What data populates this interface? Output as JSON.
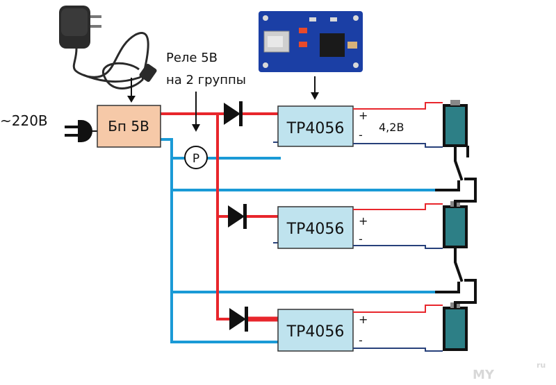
{
  "labels": {
    "mains": "~220В",
    "psu": "Бп 5В",
    "relay_line1": "Реле 5В",
    "relay_line2": "на 2 группы",
    "relay_symbol": "Р",
    "charge_voltage": "4,2В",
    "plus": "+",
    "minus": "-"
  },
  "modules": [
    "TP4056",
    "TP4056",
    "TP4056"
  ],
  "watermark": "MY",
  "watermark_small": "ru",
  "icons": [
    "wall-charger-icon",
    "mains-plug-icon",
    "tp4056-board-icon",
    "diode-icon",
    "battery-icon"
  ],
  "colors": {
    "positive_wire": "#e8262c",
    "negative_wire": "#1a9ad6",
    "thin_negative_wire": "#27407a",
    "psu_fill": "#f6c9a8",
    "module_fill": "#bfe3ee",
    "battery_fill": "#2d7f86",
    "board_pcb": "#1b3fa5"
  }
}
